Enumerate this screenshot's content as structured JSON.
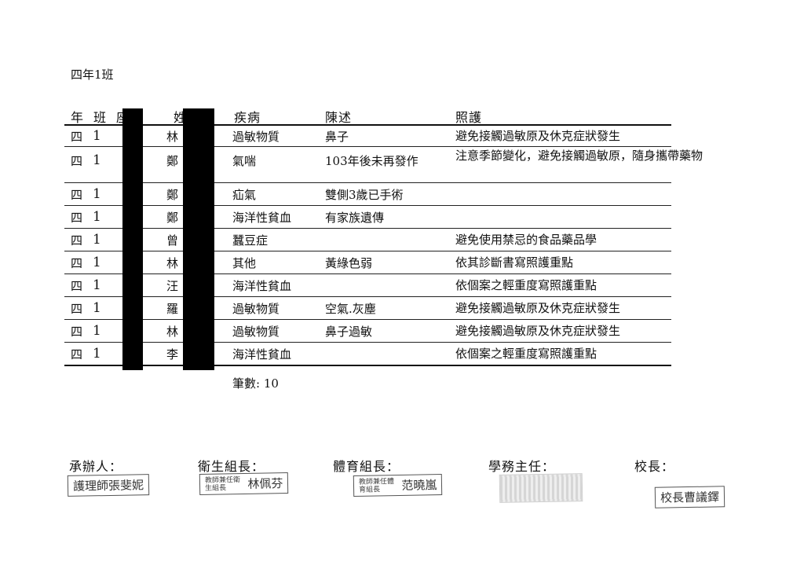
{
  "page": {
    "class_title": "四年1班"
  },
  "table": {
    "headers": {
      "grade": "年",
      "class": "班",
      "seat": "座號",
      "name": "姓名",
      "disease": "疾病",
      "description": "陳述",
      "care": "照護"
    },
    "rows": [
      {
        "grade": "四",
        "class": "1",
        "name": "林",
        "disease": "過敏物質",
        "description": "鼻子",
        "care": "避免接觸過敏原及休克症狀發生"
      },
      {
        "grade": "四",
        "class": "1",
        "name": "鄭",
        "disease": "氣喘",
        "description": "103年後未再發作",
        "care": "注意季節變化，避免接觸過敏原，隨身攜帶藥物"
      },
      {
        "grade": "四",
        "class": "1",
        "name": "鄭",
        "disease": "疝氣",
        "description": "雙側3歲已手術",
        "care": ""
      },
      {
        "grade": "四",
        "class": "1",
        "name": "鄭",
        "disease": "海洋性貧血",
        "description": "有家族遺傳",
        "care": ""
      },
      {
        "grade": "四",
        "class": "1",
        "name": "曾",
        "disease": "蠶豆症",
        "description": "",
        "care": "避免使用禁忌的食品藥品學"
      },
      {
        "grade": "四",
        "class": "1",
        "name": "林",
        "disease": "其他",
        "description": "黃綠色弱",
        "care": "依其診斷書寫照護重點"
      },
      {
        "grade": "四",
        "class": "1",
        "name": "汪",
        "disease": "海洋性貧血",
        "description": "",
        "care": "依個案之輕重度寫照護重點"
      },
      {
        "grade": "四",
        "class": "1",
        "name": "羅",
        "disease": "過敏物質",
        "description": "空氣.灰塵",
        "care": "避免接觸過敏原及休克症狀發生"
      },
      {
        "grade": "四",
        "class": "1",
        "name": "林",
        "disease": "過敏物質",
        "description": "鼻子過敏",
        "care": "避免接觸過敏原及休克症狀發生"
      },
      {
        "grade": "四",
        "class": "1",
        "name": "李",
        "disease": "海洋性貧血",
        "description": "",
        "care": "依個案之輕重度寫照護重點"
      }
    ],
    "count_text": "筆數: 10"
  },
  "signatures": {
    "handler": {
      "label": "承辦人：",
      "stamp_text": "護理師張斐妮"
    },
    "health_chief": {
      "label": "衛生組長：",
      "stamp_small": "教師兼任衛生組長",
      "stamp_name": "林佩芬"
    },
    "sports_chief": {
      "label": "體育組長：",
      "stamp_small": "教師兼任體育組長",
      "stamp_name": "范曉嵐"
    },
    "academic_director": {
      "label": "學務主任："
    },
    "principal": {
      "label": "校長：",
      "stamp_text": "校長曹議鐸"
    }
  }
}
